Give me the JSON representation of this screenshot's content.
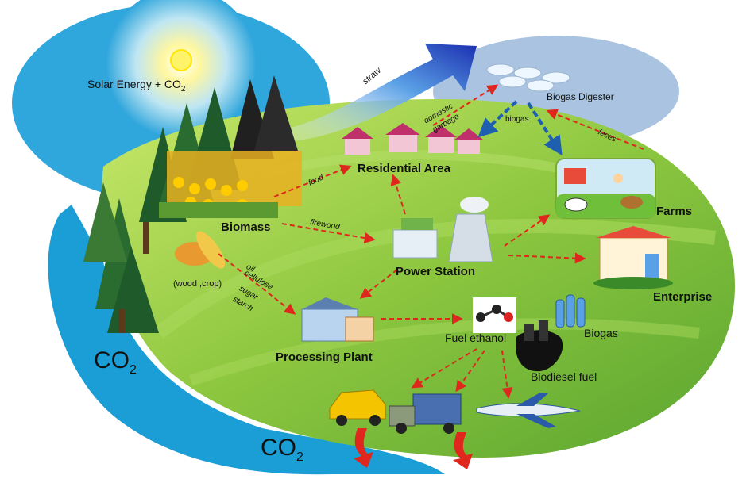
{
  "labels": {
    "solar": "Solar Energy + CO",
    "solar_sub": "2",
    "biogas_digester": "Biogas Digester",
    "straw": "straw",
    "domestic_garbage_1": "domestic",
    "domestic_garbage_2": "garbage",
    "biogas_arrow": "biogas",
    "feces": "feces",
    "food": "food",
    "residential": "Residential Area",
    "farms": "Farms",
    "biomass": "Biomass",
    "firewood": "firewood",
    "power_station": "Power Station",
    "enterprise": "Enterprise",
    "wood_crop": "(wood ,crop)",
    "oil": "oil",
    "cellulose": "cellulose",
    "sugar": "sugar",
    "starch": "starch",
    "processing_plant": "Processing Plant",
    "fuel_ethanol": "Fuel ethanol",
    "biogas": "Biogas",
    "biodiesel": "Biodiesel fuel",
    "co2_left": "CO",
    "co2_left_sub": "2",
    "co2_bottom": "CO",
    "co2_bottom_sub": "2"
  },
  "colors": {
    "sky": "#2fa6dc",
    "field": "#8cc63f",
    "field_dark": "#3a8a2a",
    "loop": "#1b9ed6",
    "arrow_red": "#e0271e",
    "arrow_blue": "#1f5fb0",
    "digester": "#a9c3e0"
  }
}
